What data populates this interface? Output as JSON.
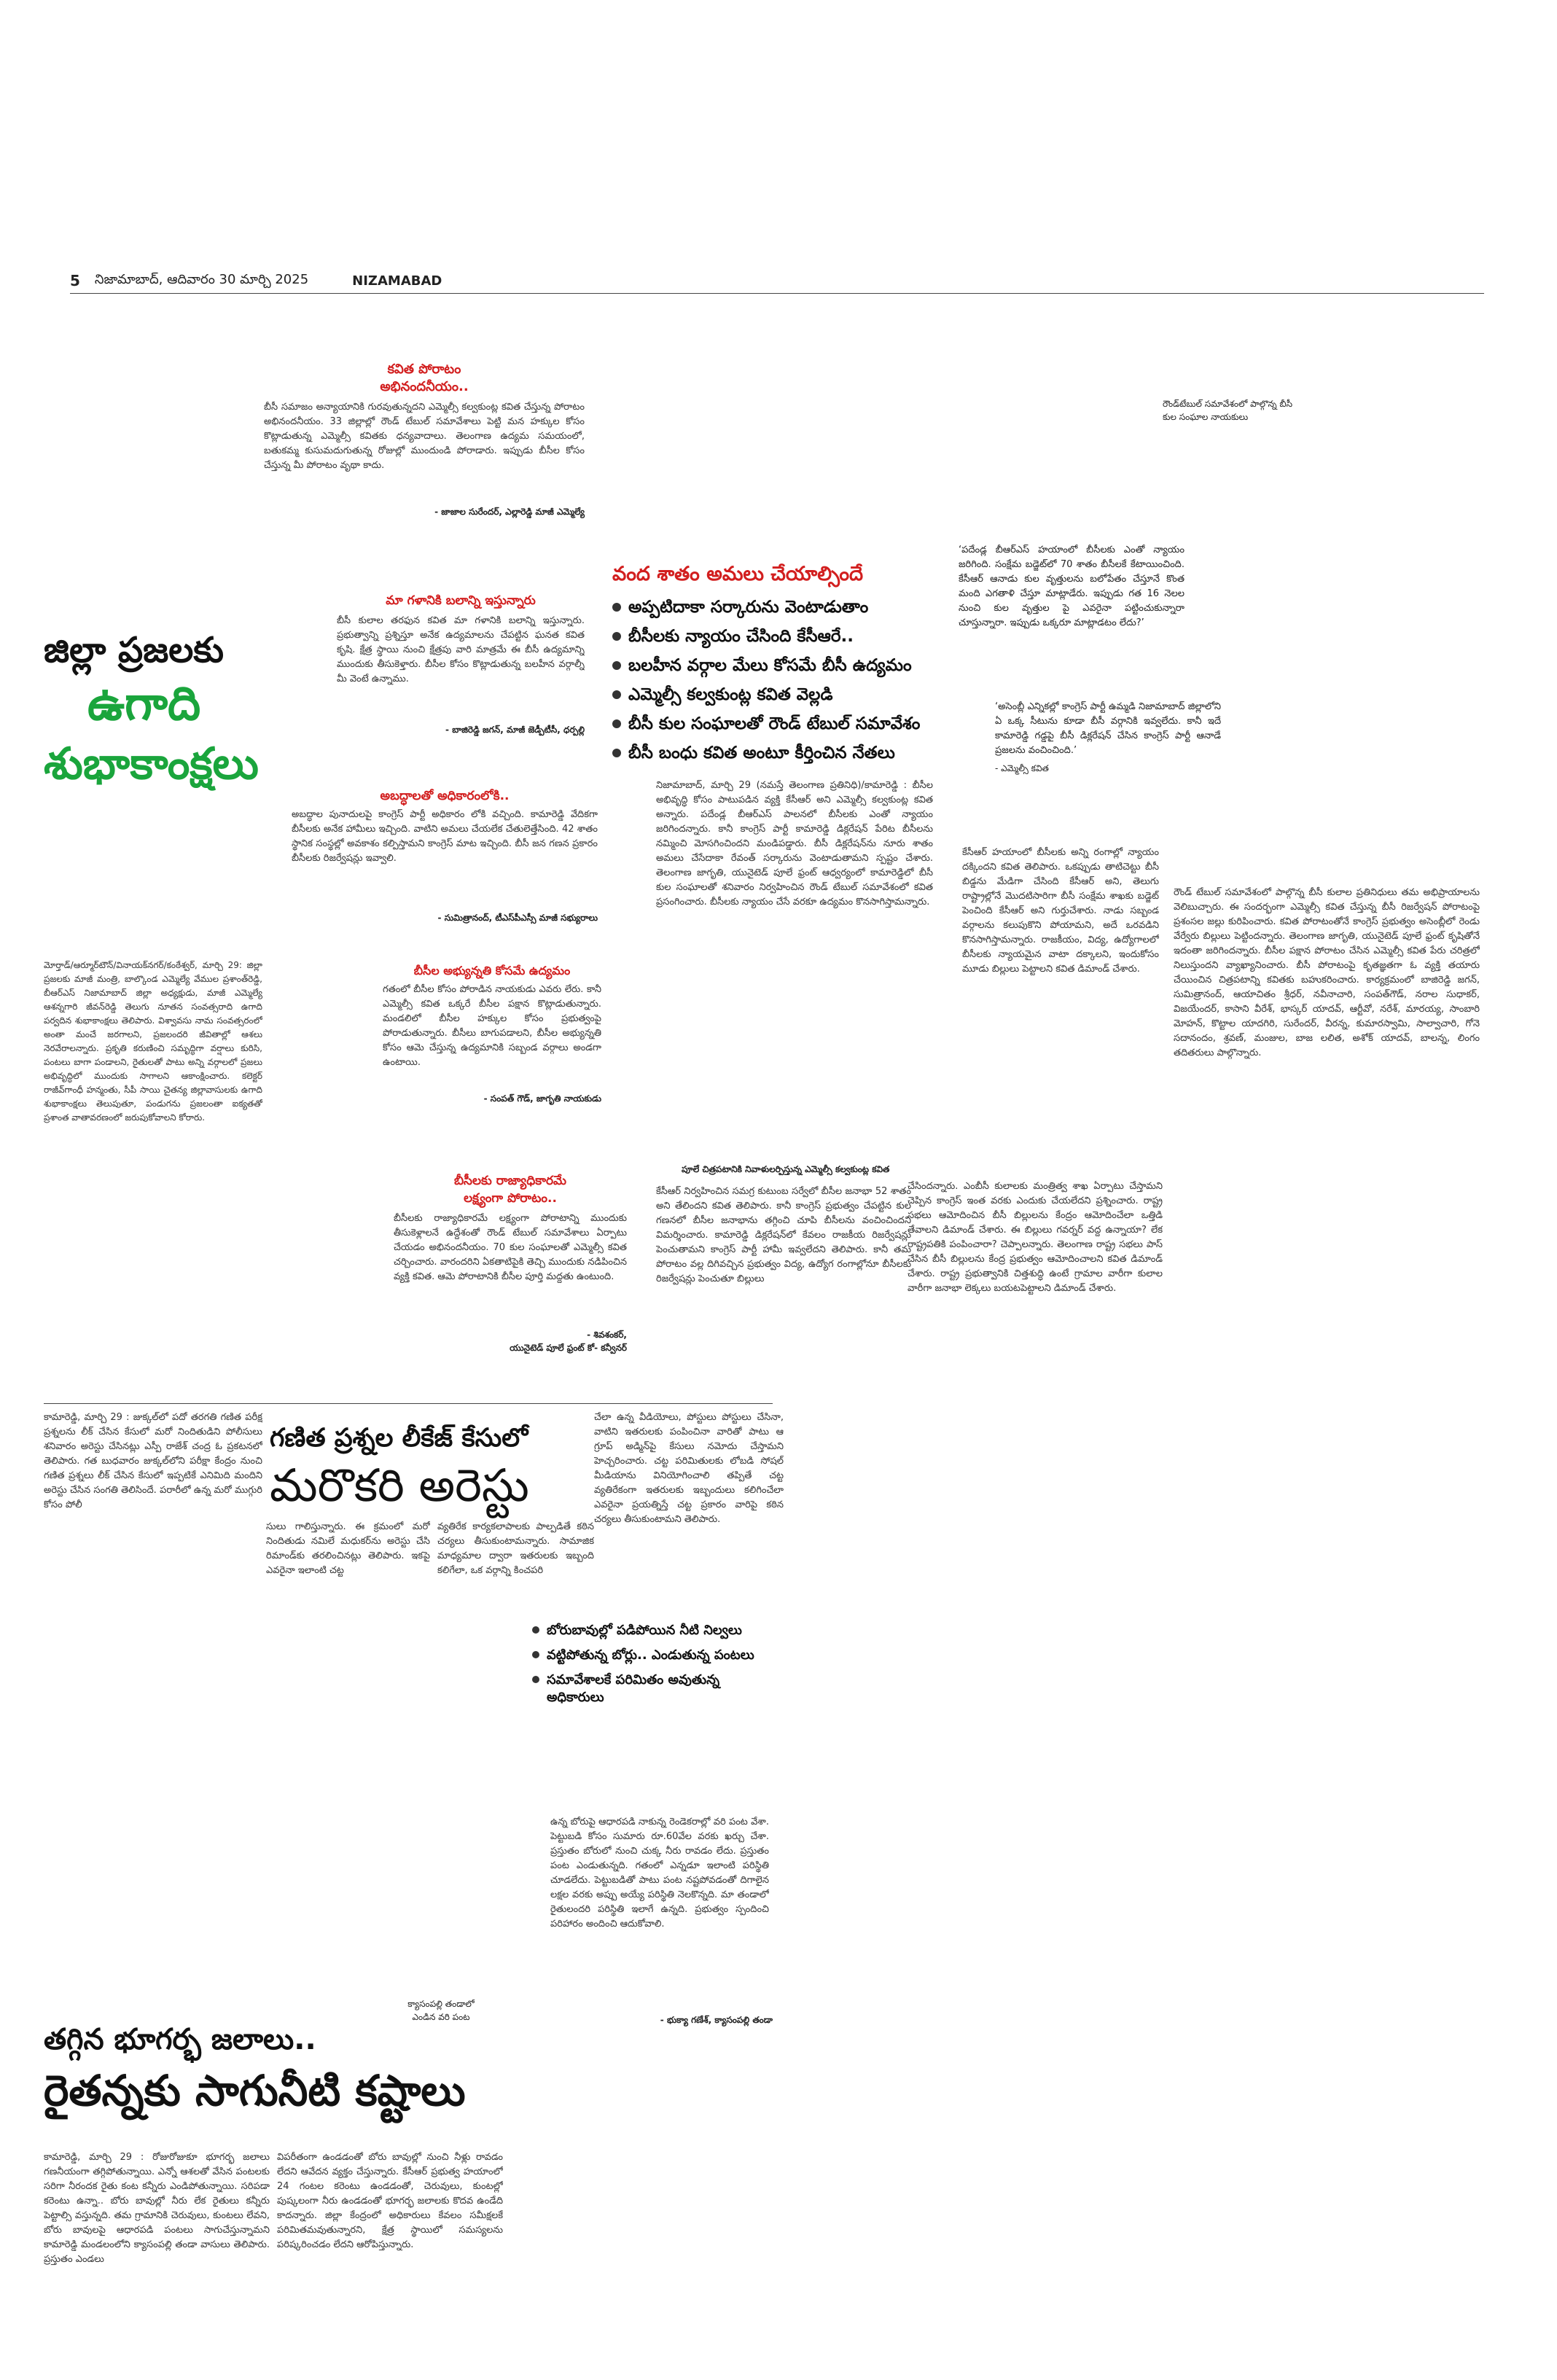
{
  "masthead": {
    "page_number": "5",
    "dateline": "నిజామాబాద్, ఆదివారం 30 మార్చి 2025",
    "edition": "NIZAMABAD"
  },
  "greeting": {
    "line1": "జిల్లా ప్రజలకు",
    "line2": "ఉగాది",
    "line3": "శుభాకాంక్షలు"
  },
  "col_left": {
    "block1": {
      "heading1": "కవిత పోరాటం",
      "heading2": "అభినందనీయం..",
      "body": "బీసీ సమాజం అన్యాయానికి గురవుతున్నదని ఎమ్మెల్సీ కల్వకుంట్ల కవిత చేస్తున్న పోరాటం అభినందనీయం. 33 జిల్లాల్లో రౌండ్ టేబుల్ సమావేశాలు పెట్టి మన హక్కుల కోసం కొట్లాడుతున్న ఎమ్మెల్సీ కవితకు ధన్యవాదాలు. తెలంగాణ ఉద్యమ సమయంలో, బతుకమ్మ కుసుమదుగుతున్న రోజుల్లో ముందుండి పోరాడారు. ఇప్పుడు బీసీల కోసం చేస్తున్న మీ పోరాటం వృథా కాదు.",
      "byline": "- జాజాల సురేందర్, ఎల్లారెడ్డి మాజీ ఎమ్మెల్యే"
    },
    "block2": {
      "heading": "మా గళానికి బలాన్ని ఇస్తున్నారు",
      "body": "బీసీ కులాల తరఫున కవిత మా గళానికి బలాన్ని ఇస్తున్నారు. ప్రభుత్వాన్ని ప్రశ్నిస్తూ అనేక ఉద్యమాలను చేపట్టిన ఘనత కవిత కృషి. క్షేత్ర స్థాయి నుంచి క్షేత్రపు వారి మాత్రమే ఈ బీసీ ఉద్యమాన్ని ముందుకు తీసుకెళ్తారు. బీసీల కోసం కొట్లాడుతున్న బలహీన వర్గాల్నీ మీ వెంటే ఉన్నాము.",
      "byline": "- బాజిరెడ్డి జగన్, మాజీ జెడ్పీటీసీ, ధర్పల్లి"
    },
    "block3": {
      "heading": "అబద్ధాలతో అధికారంలోకి..",
      "body": "అబద్ధాల పునాదులపై కాంగ్రెస్ పార్టీ అధికారం లోకి వచ్చింది. కామారెడ్డి వేదికగా బీసీలకు అనేక హామీలు ఇచ్చింది. వాటిని అమలు చేయలేక చేతులెత్తేసింది. 42 శాతం స్థానిక సంస్థల్లో అవకాశం కల్పిస్తామని కాంగ్రెస్ మాట ఇచ్చింది. బీసీ జన గణన ప్రకారం బీసీలకు రిజర్వేషన్లు ఇవ్వాలి.",
      "byline": "- సుమిత్రానంద్, టీఎస్‌పీఎస్సీ మాజీ సభ్యురాలు"
    },
    "block4": {
      "heading": "బీసీల అభ్యున్నతి కోసమే ఉద్యమం",
      "body": "గతంలో బీసీల కోసం పోరాడిన నాయకుడు ఎవరు లేరు. కానీ ఎమ్మెల్సీ కవిత ఒక్కరే బీసీల పక్షాన కొట్లాడుతున్నారు. మండలిలో బీసీల హక్కుల కోసం ప్రభుత్వంపై పోరాడుతున్నారు. బీసీలు బాగుపడాలని, బీసీల అభ్యున్నతి కోసం ఆమె చేస్తున్న ఉద్యమానికి సబ్బండ వర్గాలు అండగా ఉంటాయి.",
      "byline": "- సంపత్ గౌడ్, జాగృతి నాయకుడు"
    },
    "block5": {
      "heading1": "బీసీలకు రాజ్యాధికారమే",
      "heading2": "లక్ష్యంగా పోరాటం..",
      "body": "బీసీలకు రాజ్యాధికారమే లక్ష్యంగా పోరాటాన్ని ముందుకు తీసుకెళ్లాలనే ఉద్దేశంతో రౌండ్ టేబుల్ సమావేశాలు ఏర్పాటు చేయడం అభినందనీయం. 70 కుల సంఘాలతో ఎమ్మెల్సీ కవిత చర్చించారు. వారందరిని ఏకతాటిపైకి తెచ్చి ముందుకు నడిపించిన వ్యక్తి కవిత. ఆమె పోరాటానికి బీసీల పూర్తి మద్దతు ఉంటుంది.",
      "byline1": "- శివశంకర్,",
      "byline2": "యునైటెడ్ పూలే ఫ్రంట్ కో- కన్వీనర్"
    },
    "left_story": "మోర్తాడ్/ఆర్మూర్‌టౌన్/వినాయక్‌నగర్/కంఠేశ్వర్, మార్చి 29: జిల్లా ప్రజలకు మాజీ మంత్రి, బాల్కొండ ఎమ్మెల్యే వేముల ప్రశాంత్‌రెడ్డి, బీఆర్ఎస్ నిజామాబాద్ జిల్లా అధ్యక్షుడు, మాజీ ఎమ్మెల్యే ఆశన్నగారి జీవన్‌రెడ్డి తెలుగు నూతన సంవత్సరాది ఉగాది పర్వదిన శుభాకాంక్షలు తెలిపారు. విశ్వావసు నామ సంవత్సరంలో అంతా మంచే జరగాలని, ప్రజలందరి జీవితాల్లో ఆశలు నెరవేరాలన్నారు. ప్రకృతి కరుణించి సమృద్ధిగా వర్షాలు కురిసి, పంటలు బాగా పండాలని, రైతులతో పాటు అన్ని వర్గాలలో ప్రజలు అభివృద్ధిలో ముందుకు సాగాలని ఆకాంక్షించారు. కలెక్టర్ రాజీవ్‌గాంధీ హన్మంతు, సీపీ సాయి చైతన్య జిల్లావాసులకు ఉగాది శుభాకాంక్షలు తెలుపుతూ, పండుగను ప్రజలంతా ఐక్యతతో ప్రశాంత వాతావరణంలో జరుపుకోవాలని కోరారు."
  },
  "main": {
    "title": "వంద శాతం అమలు చేయాల్సిందే",
    "bullets": [
      "అప్పటిదాకా సర్కారును వెంటాడుతాం",
      "బీసీలకు న్యాయం చేసింది కేసీఆరే..",
      "బలహీన వర్గాల మేలు కోసమే బీసీ ఉద్యమం",
      "ఎమ్మెల్సీ కల్వకుంట్ల కవిత వెల్లడి",
      "బీసీ కుల సంఘాలతో రౌండ్ టేబుల్ సమావేశం",
      "బీసీ బంధు కవిత అంటూ కీర్తించిన నేతలు"
    ],
    "col1": "నిజామాబాద్, మార్చి 29 (నమస్తే తెలంగాణ ప్రతినిధి)/కామారెడ్డి : బీసీల అభివృద్ధి కోసం పాటుపడిన వ్యక్తి కేసీఆర్ అని ఎమ్మెల్సీ కల్వకుంట్ల కవిత అన్నారు. పదేండ్ల బీఆర్ఎస్ పాలనలో బీసీలకు ఎంతో న్యాయం జరిగిందన్నారు. కానీ కాంగ్రెస్ పార్టీ కామారెడ్డి డిక్లరేషన్ పేరిట బీసీలను నమ్మించి మోసగించిందని మండిపడ్డారు. బీసీ డిక్లరేషన్‌ను నూరు శాతం అమలు చేసేదాకా రేవంత్ సర్కారును వెంటాడుతామని స్పష్టం చేశారు. తెలంగాణ జాగృతి, యునైటెడ్ పూలే ఫ్రంట్ ఆధ్వర్యంలో కామారెడ్డిలో బీసీ కుల సంఘాలతో శనివారం నిర్వహించిన రౌండ్ టేబుల్ సమావేశంలో కవిత ప్రసంగించారు. బీసీలకు న్యాయం చేసే వరకూ ఉద్యమం కొనసాగిస్తామన్నారు.",
    "col2": "కేసీఆర్ హయాంలో బీసీలకు అన్ని రంగాల్లో న్యాయం దక్కిందని కవిత తెలిపారు. ఒకప్పుడు తాటిచెట్టు బీసీ బిడ్డను మేడిగా చేసింది కేసీఆర్ అని, తెలుగు రాష్ట్రాల్లోనే మొదటిసారిగా బీసీ సంక్షేమ శాఖకు బడ్జెట్ పెంచింది కేసీఆర్ అని గుర్తుచేశారు. నాడు సబ్బండ వర్గాలను కలుపుకొని పోయామని, అదే ఒరవడిని కొనసాగిస్తామన్నారు. రాజకీయం, విద్య, ఉద్యోగాలలో బీసీలకు న్యాయమైన వాటా దక్కాలని, ఇందుకోసం మూడు బిల్లులు పెట్టాలని కవిత డిమాండ్ చేశారు.",
    "caption": "పూలే చిత్రపటానికి నివాళులర్పిస్తున్న ఎమ్మెల్సీ కల్వకుంట్ల కవిత",
    "col3": "కేసీఆర్ నిర్వహించిన సమగ్ర కుటుంబ సర్వేలో బీసీల జనాభా 52 శాతం అని తేలిందని కవిత తెలిపారు. కానీ కాంగ్రెస్ ప్రభుత్వం చేపట్టిన కుల గణనలో బీసీల జనాభాను తగ్గించి చూపి బీసీలను వంచించిందని విమర్శించారు. కామారెడ్డి డిక్లరేషన్‌లో కేవలం రాజకీయ రిజర్వేషన్లు పెంచుతామని కాంగ్రెస్ పార్టీ హామీ ఇవ్వలేదని తెలిపారు. కానీ తమ పోరాటం వల్ల దిగివచ్చిన ప్రభుత్వం విద్య, ఉద్యోగ రంగాల్లోనూ బీసీలకు రిజర్వేషన్లు పెంచుతూ బిల్లులు",
    "col4": "చేసిందన్నారు. ఎంబీసీ కులాలకు మంత్రిత్వ శాఖ ఏర్పాటు చేస్తామని చెప్పిన కాంగ్రెస్ ఇంత వరకు ఎందుకు చేయలేదని ప్రశ్నించారు. రాష్ట్ర సభలు ఆమోదించిన బీసీ బిల్లులను కేంద్రం ఆమోదించేలా ఒత్తిడి తేవాలని డిమాండ్ చేశారు. ఈ బిల్లులు గవర్నర్ వద్ద ఉన్నాయా? లేక రాష్ట్రపతికి పంపించారా? చెప్పాలన్నారు. తెలంగాణ రాష్ట్ర సభలు పాస్ చేసిన బీసీ బిల్లులను కేంద్ర ప్రభుత్వం ఆమోదించాలని కవిత డిమాండ్ చేశారు. రాష్ట్ర ప్రభుత్వానికి చిత్తశుద్ధి ఉంటే గ్రామాల వారీగా కులాల వారీగా జనాభా లెక్కలు బయటపెట్టాలని డిమాండ్ చేశారు."
  },
  "quotes": {
    "top_caption": "రౌండ్‌టేబుల్ సమావేశంలో పాల్గొన్న బీసీ కుల సంఘాల నాయకులు",
    "quote1": "‘పదేండ్ల బీఆర్ఎస్ హయాంలో బీసీలకు ఎంతో న్యాయం జరిగింది. సంక్షేమ బడ్జెట్‌లో 70 శాతం బీసీలకే కేటాయించింది. కేసీఆర్ ఆనాడు కుల వృత్తులను బలోపేతం చేస్తూనే కొంత మంది ఎగతాళి చేస్తూ మాట్లాడేరు. ఇప్పుడు గత 16 నెలల నుంచి కుల వృత్తుల పై ఎవరైనా పట్టించుకున్నారా చూస్తున్నారా. ఇప్పుడు ఒక్కరూ మాట్లాడటం లేదు?’",
    "quote2": "‘అసెంబ్లీ ఎన్నికల్లో కాంగ్రెస్ పార్టీ ఉమ్మడి నిజామాబాద్ జిల్లాలోని ఏ ఒక్క సీటును కూడా బీసీ వర్గానికి ఇవ్వలేదు. కానీ ఇదే కామారెడ్డి గడ్డపై బీసీ డిక్లరేషన్ చేసిన కాంగ్రెస్ పార్టీ ఆనాడే ప్రజలను వంచించింది.’",
    "attribution": "- ఎమ్మెల్సీ కవిత",
    "right_story": "రౌండ్ టేబుల్ సమావేశంలో పాల్గొన్న బీసీ కులాల ప్రతినిధులు తమ అభిప్రాయాలను వెలిబుచ్చారు. ఈ సందర్భంగా ఎమ్మెల్సీ కవిత చేస్తున్న బీసీ రిజర్వేషన్ పోరాటంపై ప్రశంసల జల్లు కురిపించారు. కవిత పోరాటంతోనే కాంగ్రెస్ ప్రభుత్వం అసెంబ్లీలో రెండు వేర్వేరు బిల్లులు పెట్టిందన్నారు. తెలంగాణ జాగృతి, యునైటెడ్ పూలే ఫ్రంట్ కృషితోనే ఇదంతా జరిగిందన్నారు. బీసీల పక్షాన పోరాటం చేసిన ఎమ్మెల్సీ కవిత పేరు చరిత్రలో నిలుస్తుందని వ్యాఖ్యానించారు. బీసీ పోరాటంపై కృతజ్ఞతగా ఓ వ్యక్తి తయారు చేయించిన చిత్రపటాన్ని కవితకు బహుకరించారు. కార్యక్రమంలో బాజిరెడ్డి జగన్, సుమిత్రానంద్, ఆయాచితం శ్రీధర్, నవీనాచారి, సంపత్‌గౌడ్, నరాల సుధాకర్, విజయేందర్, కాసాని వీరేశ్, భాస్కర్ యాదవ్, ఆర్టీవో, నరేశ్, మారయ్య, సాంబారి మోహన్, కొట్టాల యాదగిరి, సురేందర్, వీరన్న, కుమారస్వామి, సాల్వాచారి, గోనె సదానందం, శ్రవణ్, మంజుల, బాజ లలిత, అశోక్ యాదవ్, బాలన్న, లింగం తదితరులు పాల్గొన్నారు."
  },
  "exam": {
    "headline1": "గణిత ప్రశ్నల లీకేజ్ కేసులో",
    "headline2": "మరొకరి అరెస్టు",
    "col1": "కామారెడ్డి, మార్చి 29 : జుక్కల్‌లో పదో తరగతి గణిత పరీక్ష ప్రశ్నలను లీక్ చేసిన కేసులో మరో నిందితుడిని పోలీసులు శనివారం అరెస్టు చేసినట్లు ఎస్పీ రాజేశ్ చంద్ర ఓ ప్రకటనలో తెలిపారు. గత బుధవారం జుక్కల్‌లోని పరీక్షా కేంద్రం నుంచి గణిత ప్రశ్నలు లీక్ చేసిన కేసులో ఇప్పటికే ఎనిమిది మందిని అరెస్టు చేసిన సంగతి తెలిసిందే. పరారీలో ఉన్న మరో ముగ్గురి కోసం పోలీ",
    "col2": "సులు గాలిస్తున్నారు. ఈ క్రమంలో మరో నిందితుడు నమిలే మధుకర్‌ను అరెస్టు చేసి రిమాండ్‌కు తరలించినట్లు తెలిపారు. ఇకపై ఎవరైనా ఇలాంటి చట్ట",
    "col3": "వ్యతిరేక కార్యకలాపాలకు పాల్పడితే కఠిన చర్యలు తీసుకుంటామన్నారు. సామాజిక మాధ్యమాల ద్వారా ఇతరులకు ఇబ్బంది కలిగేలా, ఒక వర్గాన్ని కించపరి",
    "col4": "చేలా ఉన్న వీడియోలు, పోస్టులు పోస్టులు చేసినా, వాటిని ఇతరులకు పంపించినా వారితో పాటు ఆ గ్రూప్ అడ్మిన్‌పై కేసులు నమోదు చేస్తామని హెచ్చరించారు. చట్ట పరిమితులకు లోబడి సోషల్ మీడియాను వినియోగించాలి తప్పితే చట్ట వ్యతిరేకంగా ఇతరులకు ఇబ్బందులు కలిగించేలా ఎవరైనా ప్రయత్నిస్తే చట్ట ప్రకారం వారిపై కఠిన చర్యలు తీసుకుంటామని తెలిపారు."
  },
  "ground": {
    "bullets": [
      "బోరుబావుల్లో పడిపోయిన నీటి నిల్వలు",
      "వట్టిపోతున్న బోర్లు.. ఎండుతున్న పంటలు",
      "సమావేశాలకే పరిమితం అవుతున్న అధికారులు"
    ],
    "quote": "ఉన్న బోరుపై ఆధారపడి నాకున్న రెండెకరాల్లో వరి పంట వేశా. పెట్టుబడి కోసం సుమారు రూ.60వేల వరకు ఖర్చు చేశా. ప్రస్తుతం బోరులో నుంచి చుక్క నీరు రావడం లేదు. ప్రస్తుతం పంట ఎండుతున్నది. గతంలో ఎన్నడూ ఇలాంటి పరిస్థితి చూడలేదు. పెట్టుబడితో పాటు పంట నష్టపోవడంతో దిగాలైన లక్షల వరకు అప్పు అయ్యే పరిస్థితి నెలకొన్నది. మా తండాలో రైతులందరి పరిస్థితి ఇలాగే ఉన్నది. ప్రభుత్వం స్పందించి పరిహారం అందించి ఆదుకోవాలి.",
    "byline": "- భుక్యా గణేశ్, క్యాసంపల్లి తండా",
    "caption1": "క్యాసంపల్లి తండాలో",
    "caption2": "ఎండిన వరి పంట",
    "headline1": "తగ్గిన భూగర్భ జలాలు..",
    "headline2": "రైతన్నకు సాగునీటి కష్టాలు",
    "col1": "కామారెడ్డి, మార్చి 29 : రోజురోజుకూ భూగర్భ జలాలు గణనీయంగా తగ్గిపోతున్నాయి. ఎన్నో ఆశలతో వేసిన పంటలకు సరిగా నీరందక రైతు కంట కన్నీరు ఎండిపోతున్నాయి. సరిపడా కరెంటు ఉన్నా.. బోరు బావుల్లో నీరు లేక రైతులు కన్నీరు పెట్టాల్సి వస్తున్నది. తమ గ్రామానికి చెరువులు, కుంటలు లేవని, బోరు బావులపై ఆధారపడి పంటలు సాగుచేస్తున్నామని కామారెడ్డి మండలంలోని క్యాసంపల్లి తండా వాసులు తెలిపారు. ప్రస్తుతం ఎండలు",
    "col2": "విపరీతంగా ఉండడంతో బోరు బావుల్లో నుంచి నీళ్లు రావడం లేదని ఆవేదన వ్యక్తం చేస్తున్నారు. కేసీఆర్ ప్రభుత్వ హయాంలో 24 గంటల కరెంటు ఉండడంతో, చెరువులు, కుంటల్లో పుష్కలంగా నీరు ఉండడంతో భూగర్భ జలాలకు కొదవ ఉండేది కాదన్నారు. జిల్లా కేంద్రంలో అధికారులు కేవలం సమీక్షలకే పరిమితమవుతున్నారని, క్షేత్ర స్థాయిలో సమస్యలను పరిష్కరించడం లేదని ఆరోపిస్తున్నారు."
  }
}
